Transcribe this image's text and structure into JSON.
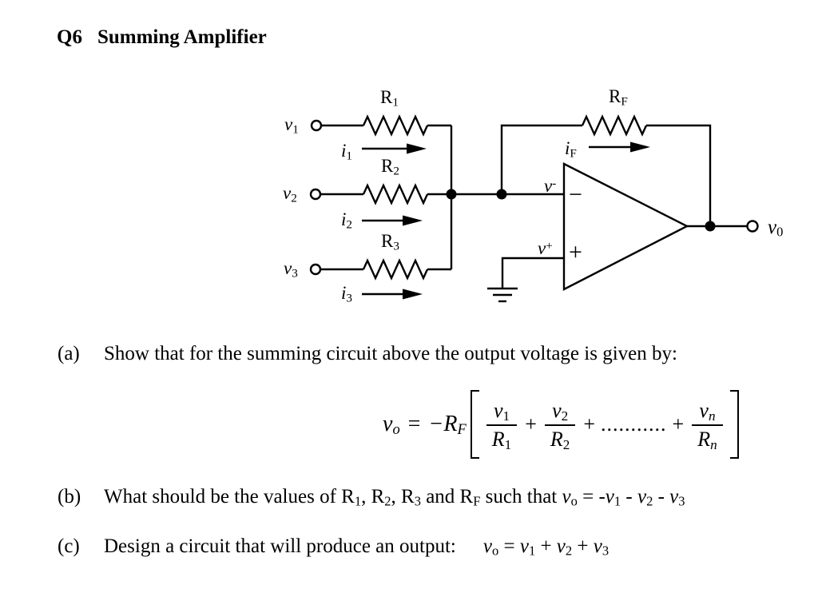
{
  "header": {
    "number": "Q6",
    "title": "Summing Amplifier"
  },
  "circuit": {
    "labels": {
      "v1": [
        {
          "text": "v",
          "style": "i"
        },
        {
          "text": "1",
          "style": "sub"
        }
      ],
      "r1": [
        {
          "text": "R"
        },
        {
          "text": "1",
          "style": "sub"
        }
      ],
      "i1": [
        {
          "text": "i",
          "style": "i"
        },
        {
          "text": "1",
          "style": "sub"
        }
      ],
      "v2": [
        {
          "text": "v",
          "style": "i"
        },
        {
          "text": "2",
          "style": "sub"
        }
      ],
      "r2": [
        {
          "text": "R"
        },
        {
          "text": "2",
          "style": "sub"
        }
      ],
      "i2": [
        {
          "text": "i",
          "style": "i"
        },
        {
          "text": "2",
          "style": "sub"
        }
      ],
      "v3": [
        {
          "text": "v",
          "style": "i"
        },
        {
          "text": "3",
          "style": "sub"
        }
      ],
      "r3": [
        {
          "text": "R"
        },
        {
          "text": "3",
          "style": "sub"
        }
      ],
      "i3": [
        {
          "text": "i",
          "style": "i"
        },
        {
          "text": "3",
          "style": "sub"
        }
      ],
      "rf": [
        {
          "text": "R"
        },
        {
          "text": "F",
          "style": "sub"
        }
      ],
      "if": [
        {
          "text": "i",
          "style": "i"
        },
        {
          "text": "F",
          "style": "sub"
        }
      ],
      "v_inv": [
        {
          "text": "v",
          "style": "i"
        },
        {
          "text": "-",
          "style": "sup"
        }
      ],
      "v_noninv": [
        {
          "text": "v",
          "style": "i"
        },
        {
          "text": "+",
          "style": "sup"
        }
      ],
      "opamp_minus": [
        {
          "text": "−"
        }
      ],
      "opamp_plus": [
        {
          "text": "+"
        }
      ],
      "v_out": [
        {
          "text": "v",
          "style": "i"
        },
        {
          "text": "0",
          "style": "sub"
        }
      ]
    }
  },
  "questions": {
    "a": {
      "label": "(a)",
      "segments": [
        {
          "text": "Show that for the summing circuit above the output voltage is given by:"
        }
      ]
    },
    "b": {
      "label": "(b)",
      "segments": [
        {
          "text": "What should be the values of R"
        },
        {
          "text": "1",
          "style": "sub"
        },
        {
          "text": ", R"
        },
        {
          "text": "2",
          "style": "sub"
        },
        {
          "text": ", R"
        },
        {
          "text": "3",
          "style": "sub"
        },
        {
          "text": " and R"
        },
        {
          "text": "F",
          "style": "sub"
        },
        {
          "text": " such that "
        },
        {
          "text": "v",
          "style": "i"
        },
        {
          "text": "o",
          "style": "sub"
        },
        {
          "text": " = -"
        },
        {
          "text": "v",
          "style": "i"
        },
        {
          "text": "1",
          "style": "sub"
        },
        {
          "text": " - "
        },
        {
          "text": "v",
          "style": "i"
        },
        {
          "text": "2",
          "style": "sub"
        },
        {
          "text": " - "
        },
        {
          "text": "v",
          "style": "i"
        },
        {
          "text": "3",
          "style": "sub"
        }
      ]
    },
    "c": {
      "label": "(c)",
      "segments": [
        {
          "text": "Design a circuit that will produce an output:"
        },
        {
          "style": "gap"
        },
        {
          "text": "v",
          "style": "i"
        },
        {
          "text": "o",
          "style": "sub"
        },
        {
          "text": " = "
        },
        {
          "text": "v",
          "style": "i"
        },
        {
          "text": "1",
          "style": "sub"
        },
        {
          "text": " + "
        },
        {
          "text": "v",
          "style": "i"
        },
        {
          "text": "2",
          "style": "sub"
        },
        {
          "text": " + "
        },
        {
          "text": "v",
          "style": "i"
        },
        {
          "text": "3",
          "style": "sub"
        }
      ]
    }
  },
  "formula": {
    "lhs_v": "v",
    "lhs_sub": "o",
    "eq": "=",
    "minus_rf": "−R",
    "rf_sub": "F",
    "plus1": "+",
    "plus2": "+",
    "plus3": "+",
    "dots": "...........",
    "f1_num": "v",
    "f1_num_sub": "1",
    "f1_den": "R",
    "f1_den_sub": "1",
    "f2_num": "v",
    "f2_num_sub": "2",
    "f2_den": "R",
    "f2_den_sub": "2",
    "f3_num": "v",
    "f3_num_sub": "n",
    "f3_den": "R",
    "f3_den_sub": "n"
  }
}
